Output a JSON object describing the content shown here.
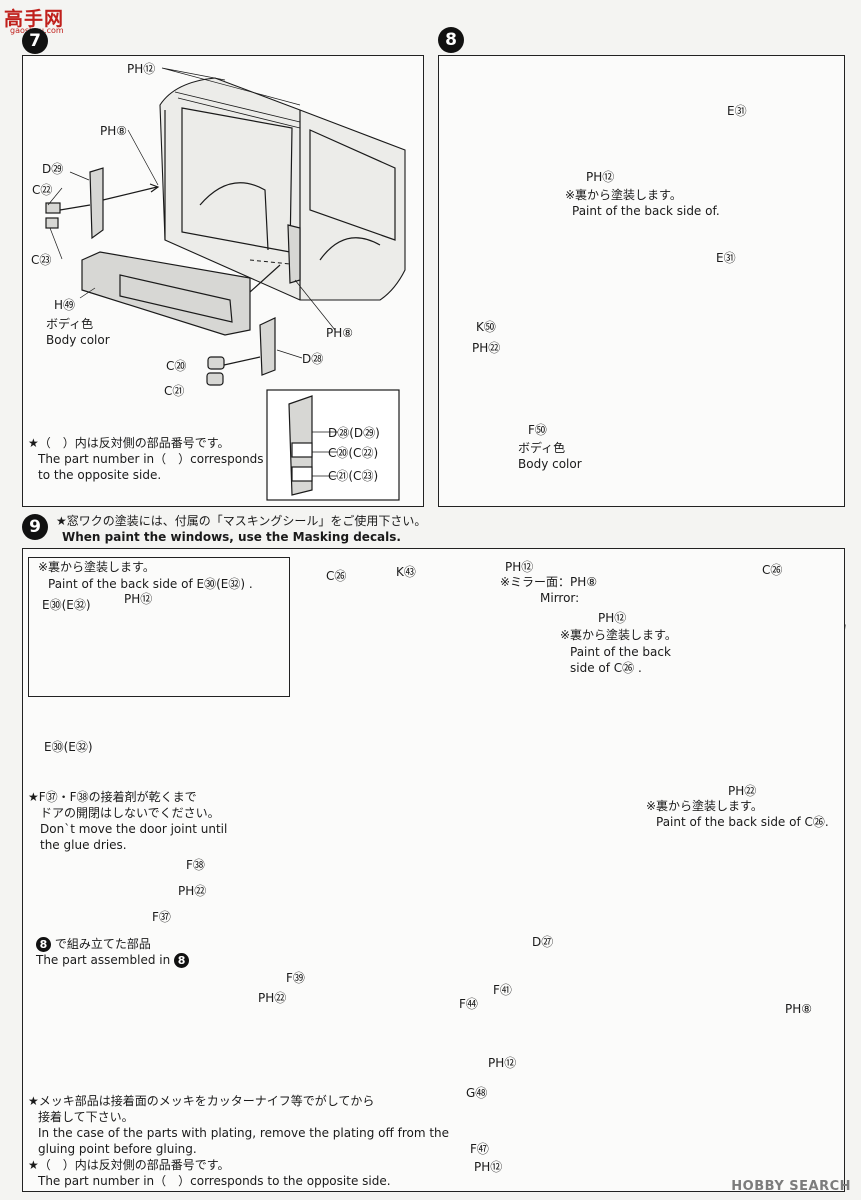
{
  "site_logo": {
    "name": "高手网",
    "sub": "gaoshou.com"
  },
  "watermark": "HOBBY SEARCH",
  "step7": {
    "number": "7",
    "labels": {
      "ph12": "PH⑫",
      "ph8_top": "PH⑧",
      "d29": "D㉙",
      "c22": "C㉒",
      "c23": "C㉓",
      "h59": "H㊾",
      "body_color_jp": "ボディ色",
      "body_color_en": "Body color",
      "ph8_right": "PH⑧",
      "d28": "D㉘",
      "c20": "C⑳",
      "c21": "C㉑"
    },
    "inset_labels": {
      "d28": "D㉘(D㉙)",
      "c20": "C⑳(C㉒)",
      "c21": "C㉑(C㉓)"
    },
    "note_jp": "★（　）内は反対側の部品番号です。",
    "note_en_1": "The part number in（　）corresponds",
    "note_en_2": "to the opposite side."
  },
  "step8": {
    "number": "8",
    "labels": {
      "e31_top": "E㉛",
      "ph12": "PH⑫",
      "paint_jp": "※裏から塗装します。",
      "paint_en": "Paint of the back side of.",
      "e31": "E㉛",
      "k70": "K㊿",
      "ph22": "PH㉒",
      "f50": "F㊿",
      "body_color_jp": "ボディ色",
      "body_color_en": "Body color"
    }
  },
  "step9": {
    "number": "9",
    "header_jp": "★窓ワクの塗装には、付属の「マスキングシール」をご使用下さい。",
    "header_en": "When paint the windows, use the Masking decals.",
    "inset": {
      "paint_jp": "※裏から塗装します。",
      "paint_en": "Paint of the back side of  E㉚(E㉜) .",
      "e30": "E㉚(E㉜)",
      "ph12": "PH⑫"
    },
    "labels": {
      "c26_left": "C㉖",
      "k63": "K㊸",
      "ph12_mirror": "PH⑫",
      "mirror_jp": "※ミラー面：PH⑧",
      "mirror_en": "Mirror:",
      "c26_right": "C㉖",
      "ph12_right": "PH⑫",
      "paint_c26_jp": "※裏から塗装します。",
      "paint_c26_en1": "Paint of the back",
      "paint_c26_en2": "side of C㉖ .",
      "e30": "E㉚(E㉜)",
      "ph22_right": "PH㉒",
      "paint_bottom_jp": "※裏から塗装します。",
      "paint_bottom_en": "Paint of the back side of C㉖.",
      "door_jp": "★F㊲・F㊳の接着剤が乾くまで",
      "door_jp2": "ドアの開閉はしないでください。",
      "door_en1": "Don`t move the door joint until",
      "door_en2": "the glue dries.",
      "f38": "F㊳",
      "ph22_a": "PH㉒",
      "f37": "F㊲",
      "assembled_jp": "で組み立てた部品",
      "assembled_en": "The part assembled in",
      "f39": "F㊴",
      "ph22_b": "PH㉒",
      "d27": "D㉗",
      "ph8": "PH⑧",
      "f41": "F㊶",
      "f44": "F㊹",
      "ph12_b": "PH⑫",
      "g56": "G㊽",
      "f47": "F㊼",
      "ph12_c": "PH⑫"
    },
    "footer_jp1": "★メッキ部品は接着面のメッキをカッターナイフ等でがしてから",
    "footer_jp2": "接着して下さい。",
    "footer_en1": "In the case of the parts with plating, remove the plating off from the",
    "footer_en2": "gluing point before gluing.",
    "footer_jp3": "★（　）内は反対側の部品番号です。",
    "footer_en3": "The part number in（　）corresponds to the opposite side."
  }
}
